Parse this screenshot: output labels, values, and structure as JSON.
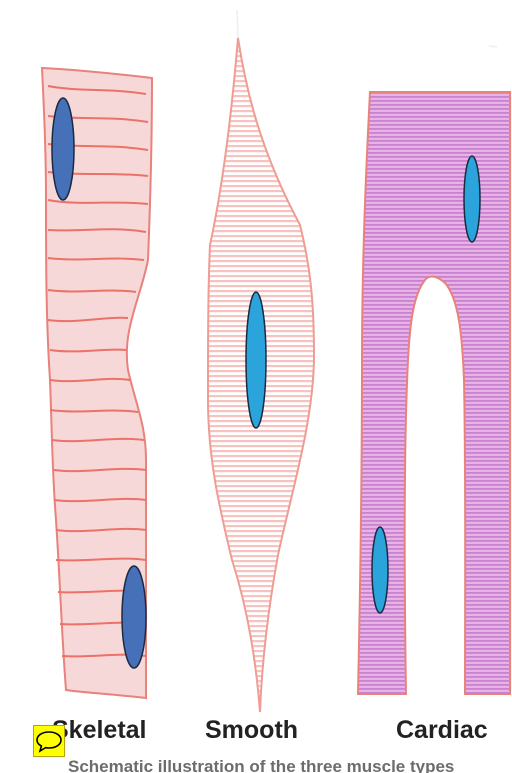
{
  "labels": {
    "skeletal": "Skeletal",
    "smooth": "Smooth",
    "cardiac": "Cardiac"
  },
  "caption": "Schematic illustration of the three muscle types",
  "colors": {
    "skeletal_fill": "#f6d8d8",
    "skeletal_outline": "#e8827a",
    "skeletal_striation": "#ec7169",
    "smooth_fill": "#ffffff",
    "smooth_outline": "#ee9d95",
    "smooth_stripe": "#f7c3c0",
    "cardiac_fill": "#e5b0e3",
    "cardiac_stripe": "#c982cf",
    "cardiac_outline": "#e8837c",
    "nucleus_dark": "#4671b8",
    "nucleus_light": "#2ba4dc",
    "nucleus_outline": "#1a2a40",
    "comment_icon_bg": "#ffff00"
  },
  "icons": {
    "comment": "speech-bubble-icon"
  }
}
